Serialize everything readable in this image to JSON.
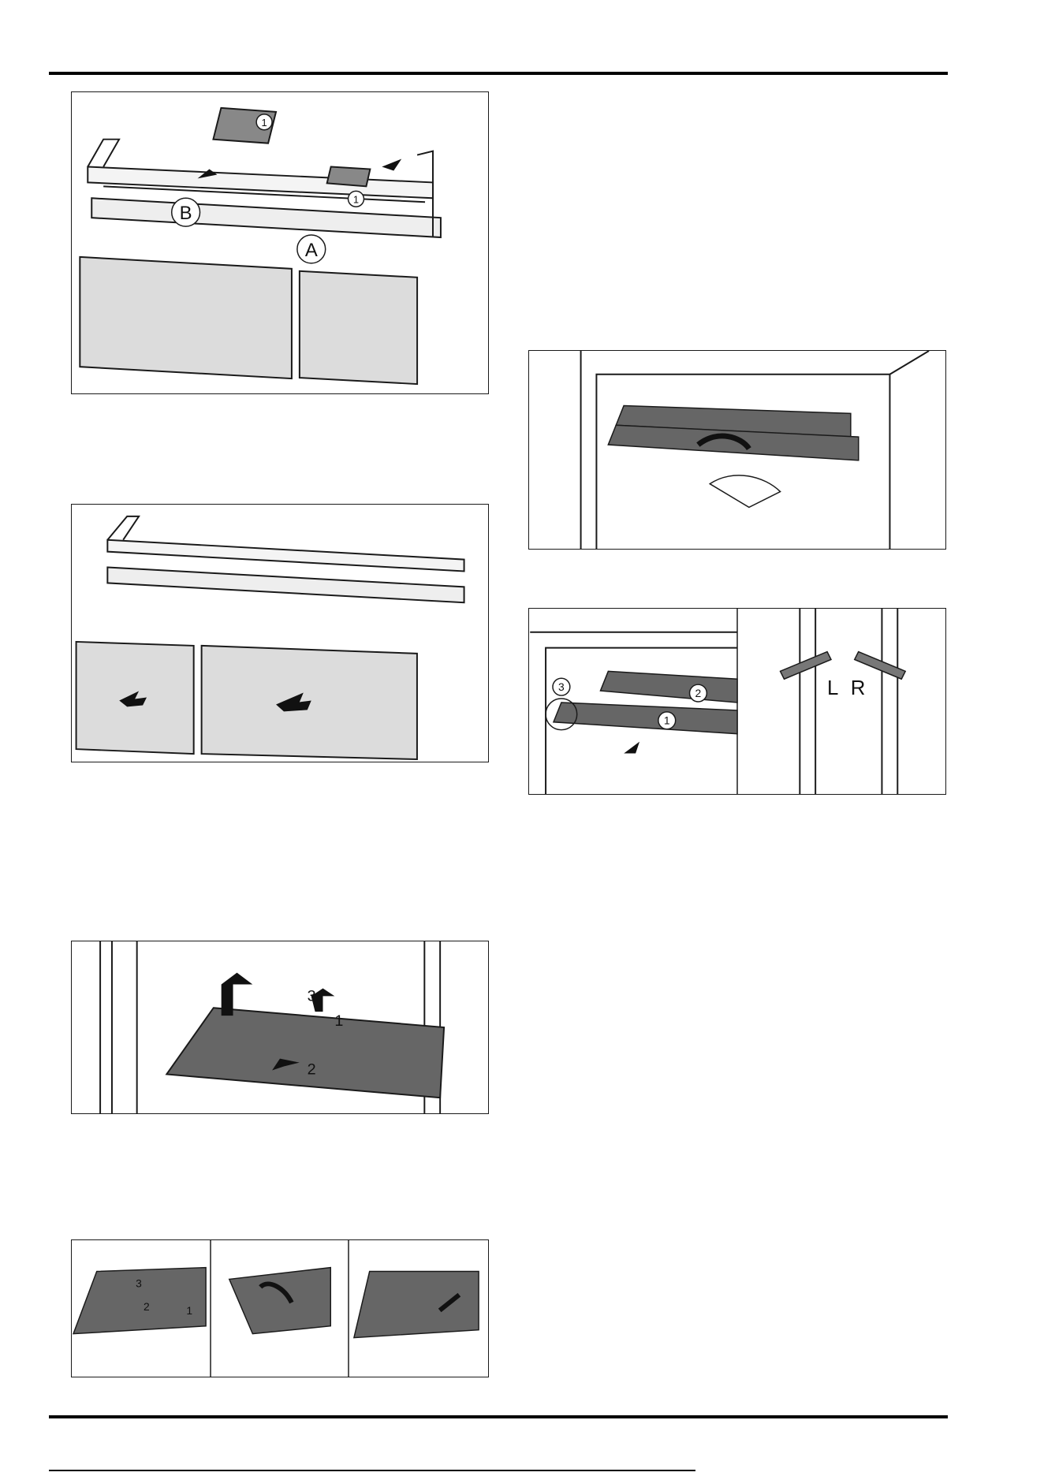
{
  "figures": {
    "drawer_clip": {
      "label_a": "A",
      "label_b": "B",
      "callout_1": "1"
    },
    "drawers_insert": {},
    "shelf_remove": {
      "step_1": "1",
      "step_2": "2",
      "step_3": "3"
    },
    "shelf_steps": {
      "step_1": "1",
      "step_2": "2",
      "step_3": "3"
    },
    "shelf_tilt": {},
    "shelf_lr": {
      "callout_1": "1",
      "callout_2": "2",
      "callout_3": "3",
      "label_l": "L",
      "label_r": "R"
    }
  },
  "colors": {
    "line": "#1a1a1a",
    "shelf": "#666666",
    "drawer": "#d9d9d9",
    "glass": "#e6e6e6"
  }
}
